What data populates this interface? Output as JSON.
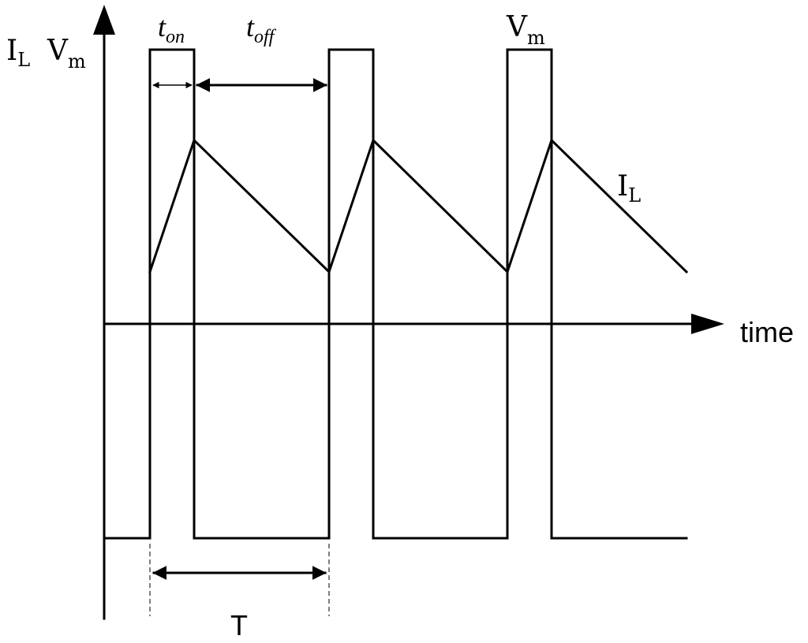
{
  "labels": {
    "y_axis_current_main": "I",
    "y_axis_current_sub": "L",
    "y_axis_voltage_main": "V",
    "y_axis_voltage_sub": "m",
    "t_on_main": "t",
    "t_on_sub": "on",
    "t_off_main": "t",
    "t_off_sub": "off",
    "pulse_voltage_main": "V",
    "pulse_voltage_sub": "m",
    "current_curve_main": "I",
    "current_curve_sub": "L",
    "x_axis": "time",
    "period": "T"
  }
}
